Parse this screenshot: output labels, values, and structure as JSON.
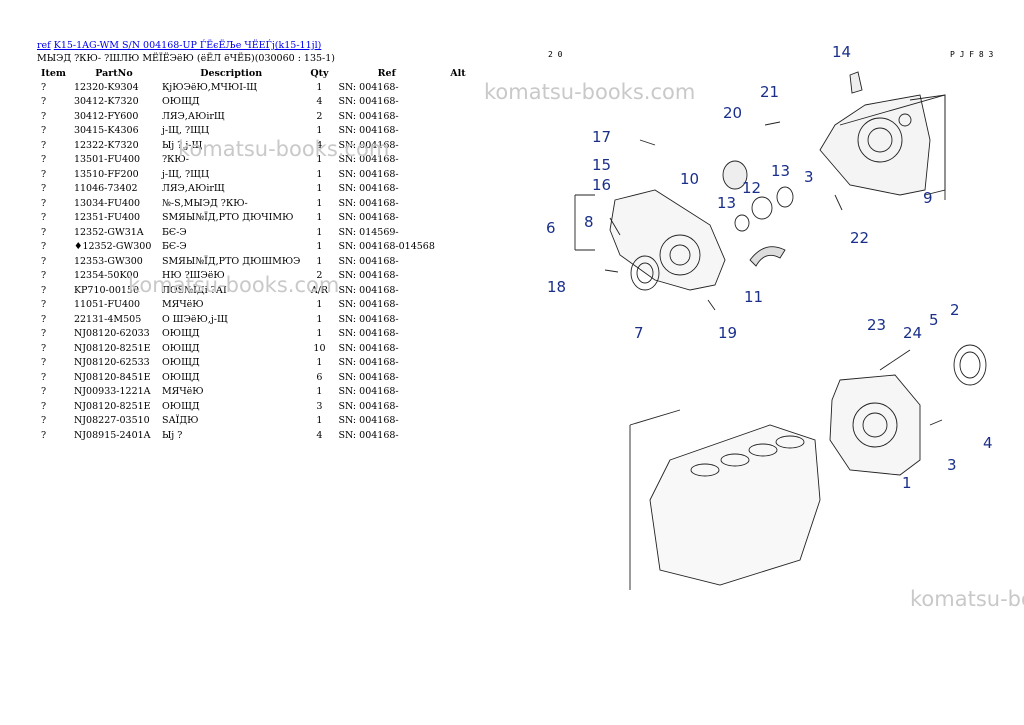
{
  "header": {
    "ref_link": "ref",
    "model_link": "K15-1AG-WM S/N 004168-UP ЃЁєЁЉе ЧЁЕЃј(k15-11jl)",
    "section_title": "МЫЭД ?КЮ- ?ШЛЮ МЁЇЁЭёЮ (ёЁЛ ёЧЁБ)(030060 : 135-1)"
  },
  "table": {
    "columns": [
      "Item",
      "PartNo",
      "Description",
      "Qty",
      "Ref",
      "Alt"
    ],
    "rows": [
      {
        "item": "?",
        "part": "12320-K9304",
        "desc": "КјЮЭёЮ,МЧЮІ-Щ",
        "qty": "1",
        "ref": "SN: 004168-"
      },
      {
        "item": "?",
        "part": "30412-K7320",
        "desc": "ОЮЩД",
        "qty": "4",
        "ref": "SN: 004168-"
      },
      {
        "item": "?",
        "part": "30412-FY600",
        "desc": "ЛЯЭ,АЮіrЩ",
        "qty": "2",
        "ref": "SN: 004168-"
      },
      {
        "item": "?",
        "part": "30415-K4306",
        "desc": "ј-Щ, ?ЩЦ",
        "qty": "1",
        "ref": "SN: 004168-"
      },
      {
        "item": "?",
        "part": "12322-K7320",
        "desc": "Ыј ?,ј-Щ",
        "qty": "4",
        "ref": "SN: 004168-"
      },
      {
        "item": "?",
        "part": "13501-FU400",
        "desc": "?КЮ-",
        "qty": "1",
        "ref": "SN: 004168-"
      },
      {
        "item": "?",
        "part": "13510-FF200",
        "desc": "ј-Щ, ?ЩЦ",
        "qty": "1",
        "ref": "SN: 004168-"
      },
      {
        "item": "?",
        "part": "11046-73402",
        "desc": "ЛЯЭ,АЮіrЩ",
        "qty": "1",
        "ref": "SN: 004168-"
      },
      {
        "item": "?",
        "part": "13034-FU400",
        "desc": "№-Ѕ,МЫЭД ?КЮ-",
        "qty": "1",
        "ref": "SN: 004168-"
      },
      {
        "item": "?",
        "part": "12351-FU400",
        "desc": "SМЯЫ№ЇД,РТО ДЮЧІМЮ",
        "qty": "1",
        "ref": "SN: 004168-"
      },
      {
        "item": "?",
        "part": "12352-GW31A",
        "desc": "БЄ-Э",
        "qty": "1",
        "ref": "SN: 014569-"
      },
      {
        "item": "?",
        "part": "♦12352-GW300",
        "desc": "БЄ-Э",
        "qty": "1",
        "ref": "SN: 004168-014568"
      },
      {
        "item": "?",
        "part": "12353-GW300",
        "desc": "SМЯЫ№ЇД,РТО ДЮШМЮЭ",
        "qty": "1",
        "ref": "SN: 004168-"
      },
      {
        "item": "?",
        "part": "12354-50K00",
        "desc": "НЮ ?ШЭёЮ",
        "qty": "2",
        "ref": "SN: 004168-"
      },
      {
        "item": "?",
        "part": "KP710-00150",
        "desc": "ЛОЅ№ЇДі ?АІ",
        "qty": "A/R",
        "ref": "SN: 004168-"
      },
      {
        "item": "?",
        "part": "11051-FU400",
        "desc": "МЯЧёЮ",
        "qty": "1",
        "ref": "SN: 004168-"
      },
      {
        "item": "?",
        "part": "22131-4M505",
        "desc": "О ШЭёЮ,ј-Щ",
        "qty": "1",
        "ref": "SN: 004168-"
      },
      {
        "item": "?",
        "part": "NJ08120-62033",
        "desc": "ОЮЩД",
        "qty": "1",
        "ref": "SN: 004168-"
      },
      {
        "item": "?",
        "part": "NJ08120-8251E",
        "desc": "ОЮЩД",
        "qty": "10",
        "ref": "SN: 004168-"
      },
      {
        "item": "?",
        "part": "NJ08120-62533",
        "desc": "ОЮЩД",
        "qty": "1",
        "ref": "SN: 004168-"
      },
      {
        "item": "?",
        "part": "NJ08120-8451E",
        "desc": "ОЮЩД",
        "qty": "6",
        "ref": "SN: 004168-"
      },
      {
        "item": "?",
        "part": "NJ00933-1221A",
        "desc": "МЯЧёЮ",
        "qty": "1",
        "ref": "SN: 004168-"
      },
      {
        "item": "?",
        "part": "NJ08120-8251E",
        "desc": "ОЮЩД",
        "qty": "3",
        "ref": "SN: 004168-"
      },
      {
        "item": "?",
        "part": "NJ08227-03510",
        "desc": "SАЇДЮ",
        "qty": "1",
        "ref": "SN: 004168-"
      },
      {
        "item": "?",
        "part": "NJ08915-2401A",
        "desc": "Ыј ?",
        "qty": "4",
        "ref": "SN: 004168-"
      }
    ]
  },
  "watermark_text": "komatsu-books.com",
  "diagram": {
    "page_number": "2 0",
    "page_code": "P J F 8 3",
    "callouts": [
      "14",
      "21",
      "20",
      "17",
      "15",
      "16",
      "10",
      "13",
      "12",
      "13",
      "3",
      "9",
      "8",
      "6",
      "22",
      "11",
      "18",
      "7",
      "19",
      "23",
      "24",
      "5",
      "2",
      "4",
      "3",
      "1"
    ]
  }
}
